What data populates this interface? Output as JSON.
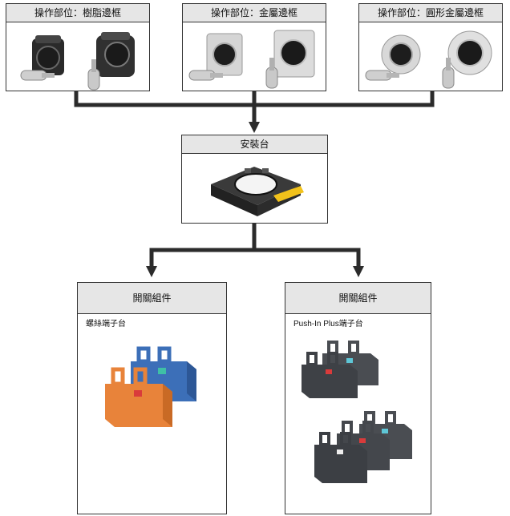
{
  "operators": [
    {
      "title": "操作部位：樹脂邊框",
      "bezel": "resin"
    },
    {
      "title": "操作部位：金屬邊框",
      "bezel": "metal"
    },
    {
      "title": "操作部位：圓形金屬邊框",
      "bezel": "round-metal"
    }
  ],
  "mount": {
    "title": "安裝台"
  },
  "switch_units": [
    {
      "title": "開關組件",
      "subtitle": "螺絲端子台"
    },
    {
      "title": "開關組件",
      "subtitle": "Push-In Plus端子台"
    }
  ],
  "colors": {
    "line": "#2b2b2b",
    "header_bg": "#e6e6e6",
    "block_orange": "#e8833a",
    "block_blue": "#3c6fb8",
    "block_gray": "#4a4d52",
    "mount_yellow": "#f2c21b"
  }
}
